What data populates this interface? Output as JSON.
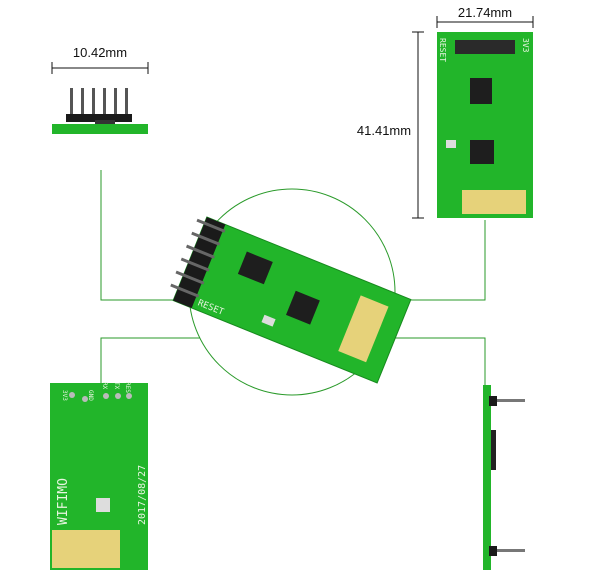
{
  "dimensions": {
    "pin_height_width": "10.42mm",
    "board_width": "21.74mm",
    "board_length": "41.41mm"
  },
  "silkscreen": {
    "top_reset": "RESET",
    "top_3v3": "3V3",
    "back_pins": [
      "3V3",
      "GND",
      "RX",
      "TX",
      "RES"
    ],
    "back_brand": "WIFIMO",
    "back_date": "2017/08/27"
  },
  "colors": {
    "pcb_green": "#22b52a",
    "connector_line": "#2a9a2a",
    "antenna_gold": "#e6d27a"
  }
}
